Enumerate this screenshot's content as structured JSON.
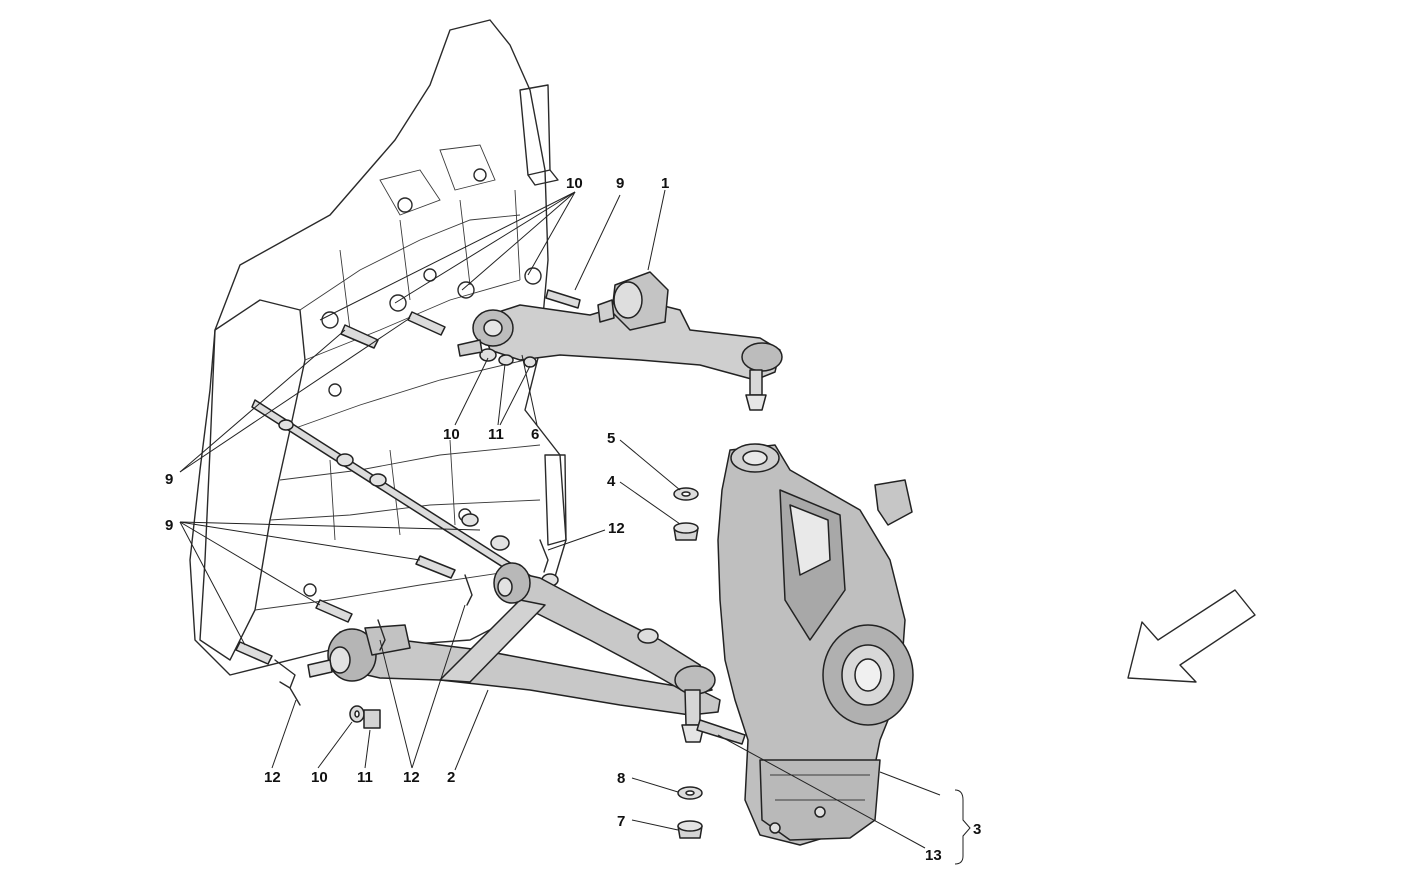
{
  "colors": {
    "background": "#ffffff",
    "ink": "#222222",
    "frame_fill": "#f4f4f4",
    "part_fill": "#c9c9c9",
    "part_shade": "#a9a9a9",
    "arrow_fill": "#f2f2f2"
  },
  "callouts": {
    "c1": "1",
    "c2": "2",
    "c3": "3",
    "c4": "4",
    "c5": "5",
    "c6": "6",
    "c7": "7",
    "c8": "8",
    "c9a": "9",
    "c9b": "9",
    "c9c": "9",
    "c10a": "10",
    "c10b": "10",
    "c10c": "10",
    "c11a": "11",
    "c11b": "11",
    "c12a": "12",
    "c12b": "12",
    "c12c": "12",
    "c13": "13"
  }
}
